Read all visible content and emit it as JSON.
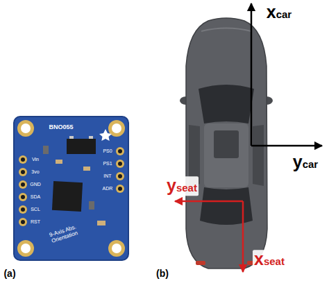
{
  "diagram": {
    "labels": [
      "xcar",
      "ycar",
      "yseat",
      "xseat",
      "(a)",
      "(b)",
      "BNO055",
      "9-Axis Abs. Orientation",
      "Vin",
      "3vo",
      "GND",
      "SDA",
      "SCL",
      "RST",
      "PS0",
      "PS1",
      "INT",
      "ADR"
    ]
  }
}
